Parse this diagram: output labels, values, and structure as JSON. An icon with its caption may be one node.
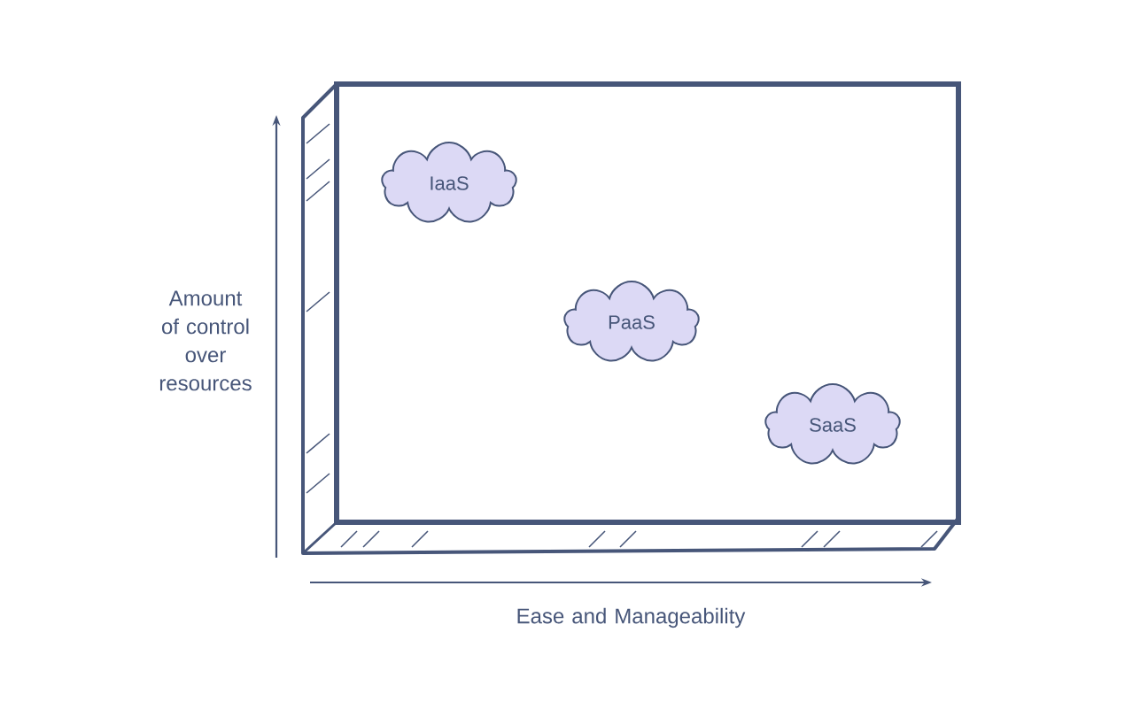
{
  "diagram": {
    "nodes": [
      {
        "text": [],
        "shape": "box"
      },
      {
        "text": [
          "IaaS"
        ],
        "in": 0
      },
      {
        "text": [
          "PaaS"
        ],
        "in": 0
      },
      {
        "text": [
          "SaaS"
        ],
        "in": 0
      }
    ],
    "labels": [
      "Amount of control over resources",
      "Ease and Manageability"
    ]
  }
}
